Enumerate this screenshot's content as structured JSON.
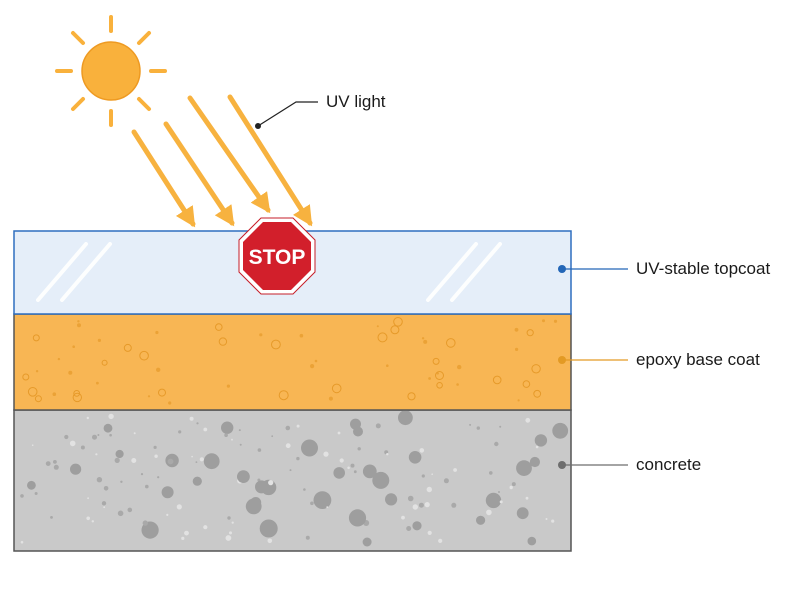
{
  "labels": {
    "uv_light": "UV light",
    "topcoat": "UV-stable topcoat",
    "base_coat": "epoxy base coat",
    "concrete": "concrete"
  },
  "stop_sign": {
    "text": "STOP",
    "color": "#d21f2b"
  },
  "icons": {
    "sun": "sun-icon",
    "stop": "stop-sign-icon"
  },
  "colors": {
    "sun": "#f9b13c",
    "ray": "#f7b23f",
    "topcoat_fill": "#e5eef9",
    "topcoat_border": "#2f6fbf",
    "topcoat_leader": "#2366b7",
    "base_fill": "#f8b654",
    "base_leader": "#e39a24",
    "concrete_fill": "#c9c9c9",
    "concrete_leader": "#6e6e6e"
  }
}
